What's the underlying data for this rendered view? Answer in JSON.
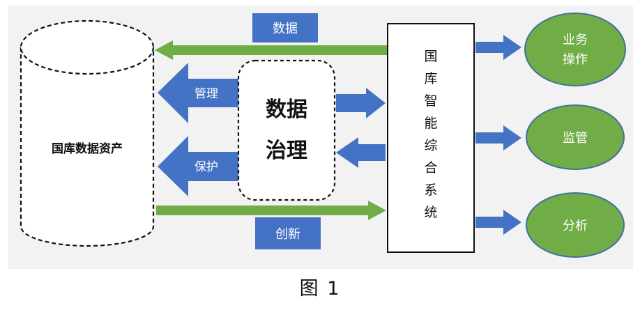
{
  "diagram": {
    "data_assets": "国库数据资产",
    "arrow_data": "数据",
    "arrow_manage": "管理",
    "arrow_protect": "保护",
    "arrow_innovate": "创新",
    "governance_line1": "数据",
    "governance_line2": "治理",
    "system_chars": [
      "国",
      "库",
      "智",
      "能",
      "综",
      "合",
      "系",
      "统"
    ],
    "output_business_line1": "业务",
    "output_business_line2": "操作",
    "output_supervision": "监管",
    "output_analysis": "分析"
  },
  "caption": "图 1",
  "colors": {
    "background_panel": "#f2f2f2",
    "green_arrow": "#70ad47",
    "blue_arrow": "#4472c4",
    "ellipse_fill": "#70ad47",
    "ellipse_stroke": "#41719c"
  }
}
